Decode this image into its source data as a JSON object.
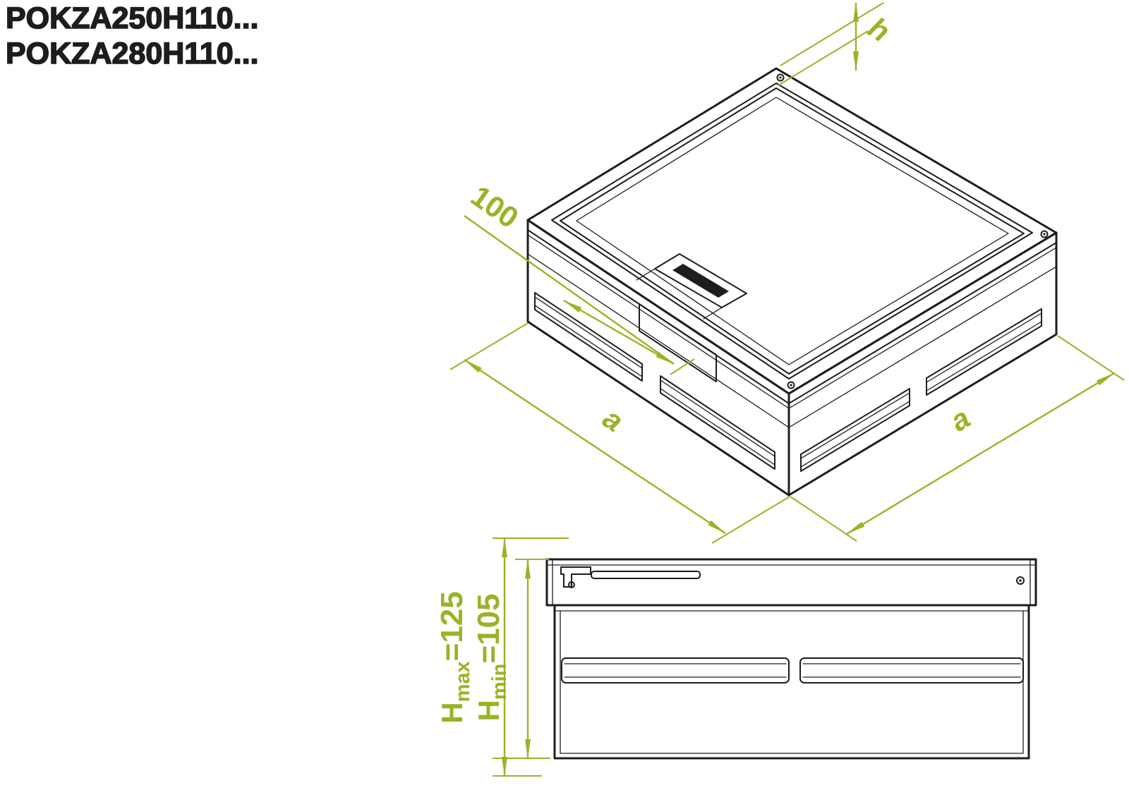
{
  "title": {
    "line1": "POKZA250H110...",
    "line2": "POKZA280H110..."
  },
  "dimensions": {
    "h_label": "h",
    "offset_label": "100",
    "side_left_label": "a",
    "side_right_label": "a",
    "height_max": {
      "base": "H",
      "sub": "max",
      "value": "=125"
    },
    "height_min": {
      "base": "H",
      "sub": "min",
      "value": "=105"
    }
  },
  "colors": {
    "line": "#1d1d1b",
    "dimension": "#98b426"
  }
}
